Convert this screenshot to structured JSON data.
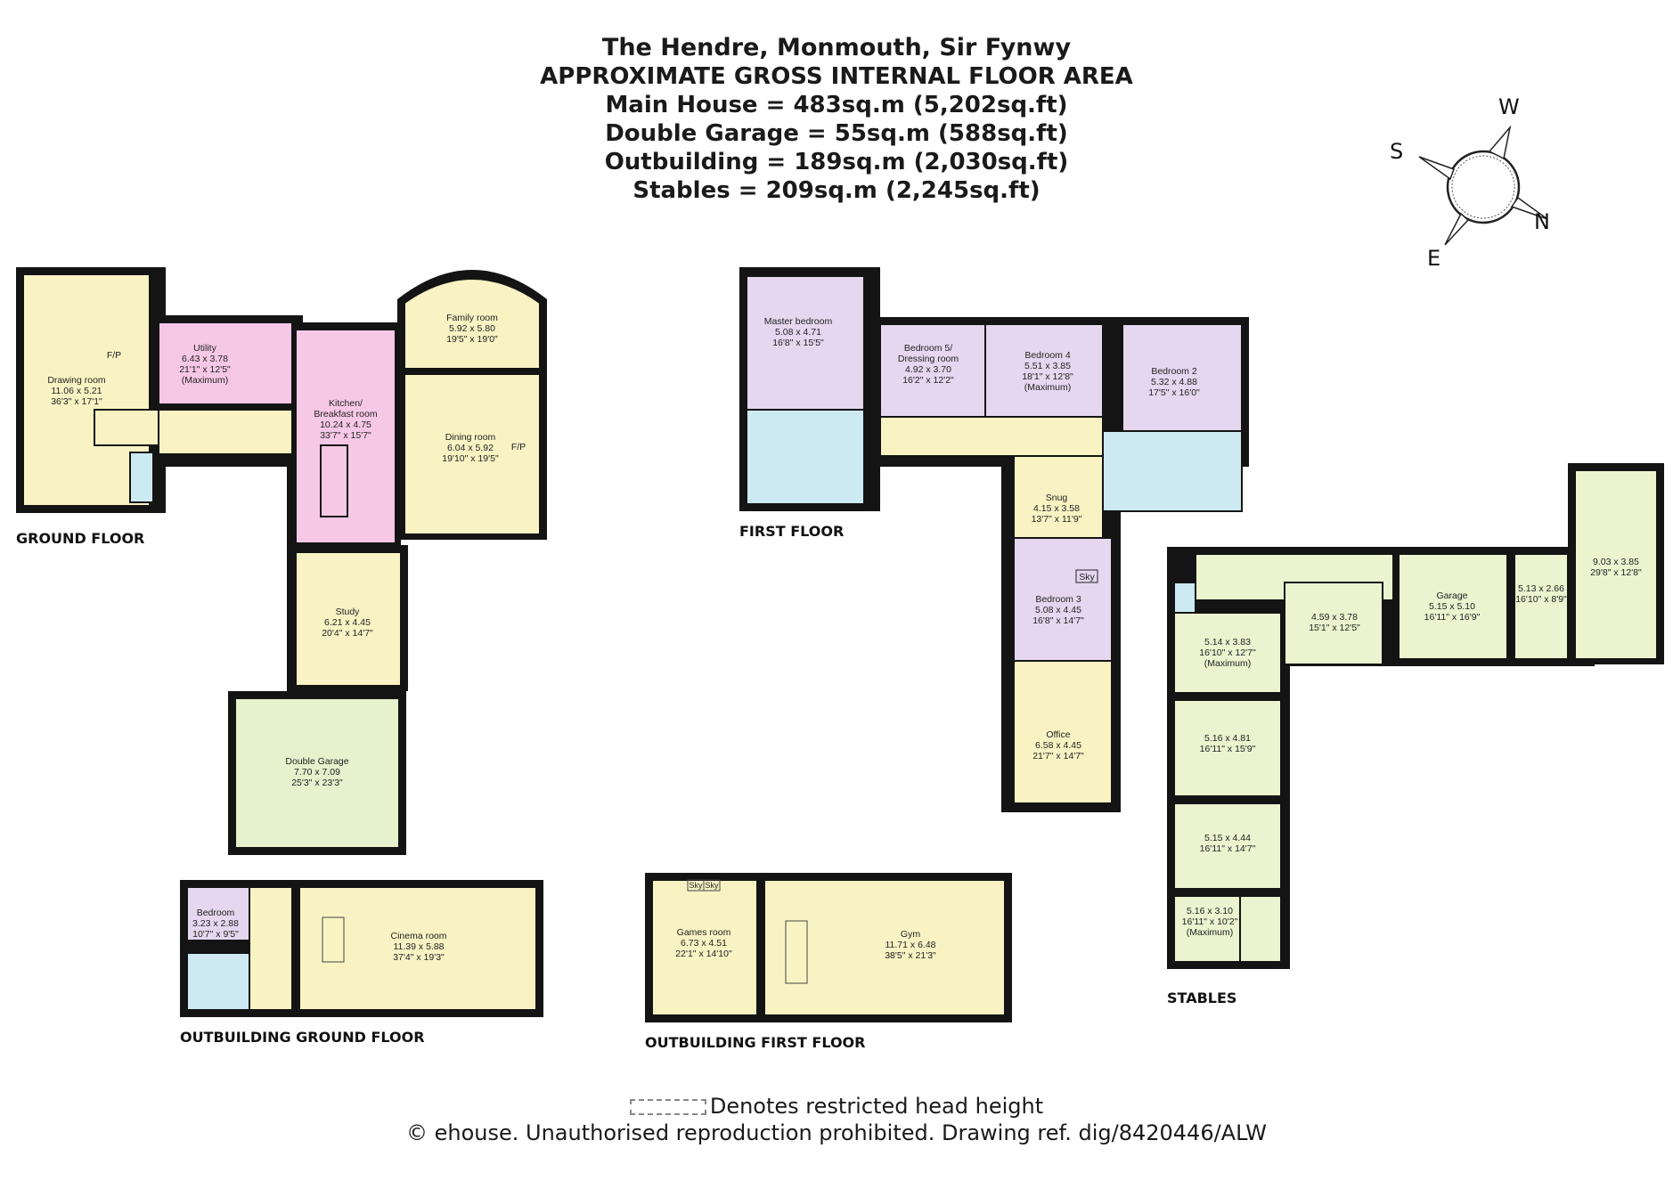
{
  "header": {
    "title": "The Hendre, Monmouth, Sir Fynwy",
    "subtitle": "APPROXIMATE GROSS INTERNAL FLOOR AREA",
    "areas": [
      "Main House = 483sq.m (5,202sq.ft)",
      "Double Garage = 55sq.m (588sq.ft)",
      "Outbuilding = 189sq.m (2,030sq.ft)",
      "Stables = 209sq.m (2,245sq.ft)"
    ]
  },
  "compass": {
    "s": "S",
    "w": "W",
    "n": "N",
    "e": "E"
  },
  "floors": {
    "ground": "GROUND FLOOR",
    "first": "FIRST FLOOR",
    "outbuilding_ground": "OUTBUILDING GROUND FLOOR",
    "outbuilding_first": "OUTBUILDING FIRST FLOOR",
    "stables": "STABLES"
  },
  "colors": {
    "living": "#f9f3c4",
    "kitchen": "#f6c8e6",
    "bedroom": "#e4d7ef",
    "bathroom": "#cdeaf3",
    "stables": "#ebf3cf",
    "garage": "#e6f1cd",
    "wall": "#141414"
  },
  "rooms": {
    "drawing": [
      "Drawing room",
      "11.06 x 5.21",
      "36'3\" x 17'1\""
    ],
    "fp1": "F/P",
    "utility": [
      "Utility",
      "6.43 x 3.78",
      "21'1\" x 12'5\"",
      "(Maximum)"
    ],
    "kitchen": [
      "Kitchen/",
      "Breakfast room",
      "10.24 x 4.75",
      "33'7\" x 15'7\""
    ],
    "family": [
      "Family room",
      "5.92 x 5.80",
      "19'5\" x 19'0\""
    ],
    "dining": [
      "Dining room",
      "6.04 x 5.92",
      "19'10\" x 19'5\""
    ],
    "fp2": "F/P",
    "study": [
      "Study",
      "6.21 x 4.45",
      "20'4\" x 14'7\""
    ],
    "double_garage": [
      "Double Garage",
      "7.70 x 7.09",
      "25'3\" x 23'3\""
    ],
    "master": [
      "Master bedroom",
      "5.08 x 4.71",
      "16'8\" x 15'5\""
    ],
    "bed5": [
      "Bedroom 5/",
      "Dressing room",
      "4.92 x 3.70",
      "16'2\" x 12'2\""
    ],
    "bed4": [
      "Bedroom 4",
      "5.51 x 3.85",
      "18'1\" x 12'8\"",
      "(Maximum)"
    ],
    "bed2": [
      "Bedroom 2",
      "5.32 x 4.88",
      "17'5\" x 16'0\""
    ],
    "snug": [
      "Snug",
      "4.15 x 3.58",
      "13'7\" x 11'9\""
    ],
    "bed3": [
      "Bedroom 3",
      "5.08 x 4.45",
      "16'8\" x 14'7\""
    ],
    "sky": "Sky",
    "office": [
      "Office",
      "6.58 x 4.45",
      "21'7\" x 14'7\""
    ],
    "ob_bedroom": [
      "Bedroom",
      "3.23 x 2.88",
      "10'7\" x 9'5\""
    ],
    "cinema": [
      "Cinema room",
      "11.39 x 5.88",
      "37'4\" x 19'3\""
    ],
    "games": [
      "Games room",
      "6.73 x 4.51",
      "22'1\" x 14'10\""
    ],
    "gym": [
      "Gym",
      "11.71 x 6.48",
      "38'5\" x 21'3\""
    ],
    "st_a": [
      "5.14 x 3.83",
      "16'10\" x 12'7\"",
      "(Maximum)"
    ],
    "st_b": [
      "4.59 x 3.78",
      "15'1\" x 12'5\""
    ],
    "st_garage": [
      "Garage",
      "5.15 x 5.10",
      "16'11\" x 16'9\""
    ],
    "st_c": [
      "5.13 x 2.66",
      "16'10\" x 8'9\""
    ],
    "st_d": [
      "9.03 x 3.85",
      "29'8\" x 12'8\""
    ],
    "st_e": [
      "5.16 x 4.81",
      "16'11\" x 15'9\""
    ],
    "st_f": [
      "5.15 x 4.44",
      "16'11\" x 14'7\""
    ],
    "st_g": [
      "5.16 x 3.10",
      "16'11\" x 10'2\"",
      "(Maximum)"
    ]
  },
  "footer": {
    "legend": "Denotes restricted head height",
    "copyright": "© ehouse. Unauthorised reproduction prohibited. Drawing ref. dig/8420446/ALW"
  }
}
